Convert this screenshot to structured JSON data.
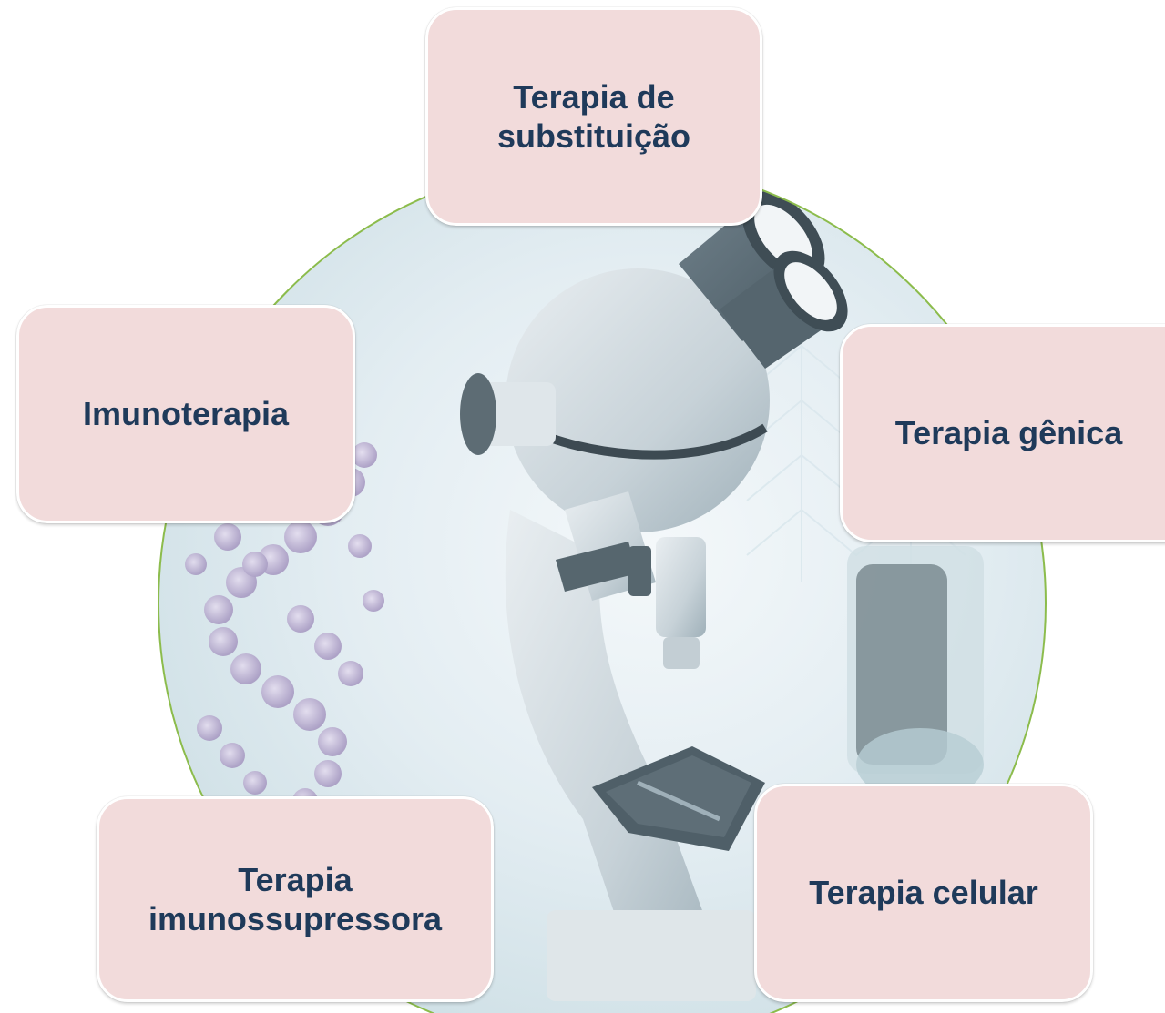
{
  "diagram": {
    "center_image": "microscope-dna-photo",
    "ring_color": "#8cbc4c",
    "node_fill": "#f2dbdb",
    "text_color": "#1f3a5a",
    "nodes": [
      {
        "id": "top",
        "label": "Terapia de\nsubstituição"
      },
      {
        "id": "left",
        "label": "Imunoterapia"
      },
      {
        "id": "right",
        "label": "Terapia gênica"
      },
      {
        "id": "bottom_left",
        "label": "Terapia\nimunossupressora"
      },
      {
        "id": "bottom_right",
        "label": "Terapia celular"
      }
    ]
  }
}
